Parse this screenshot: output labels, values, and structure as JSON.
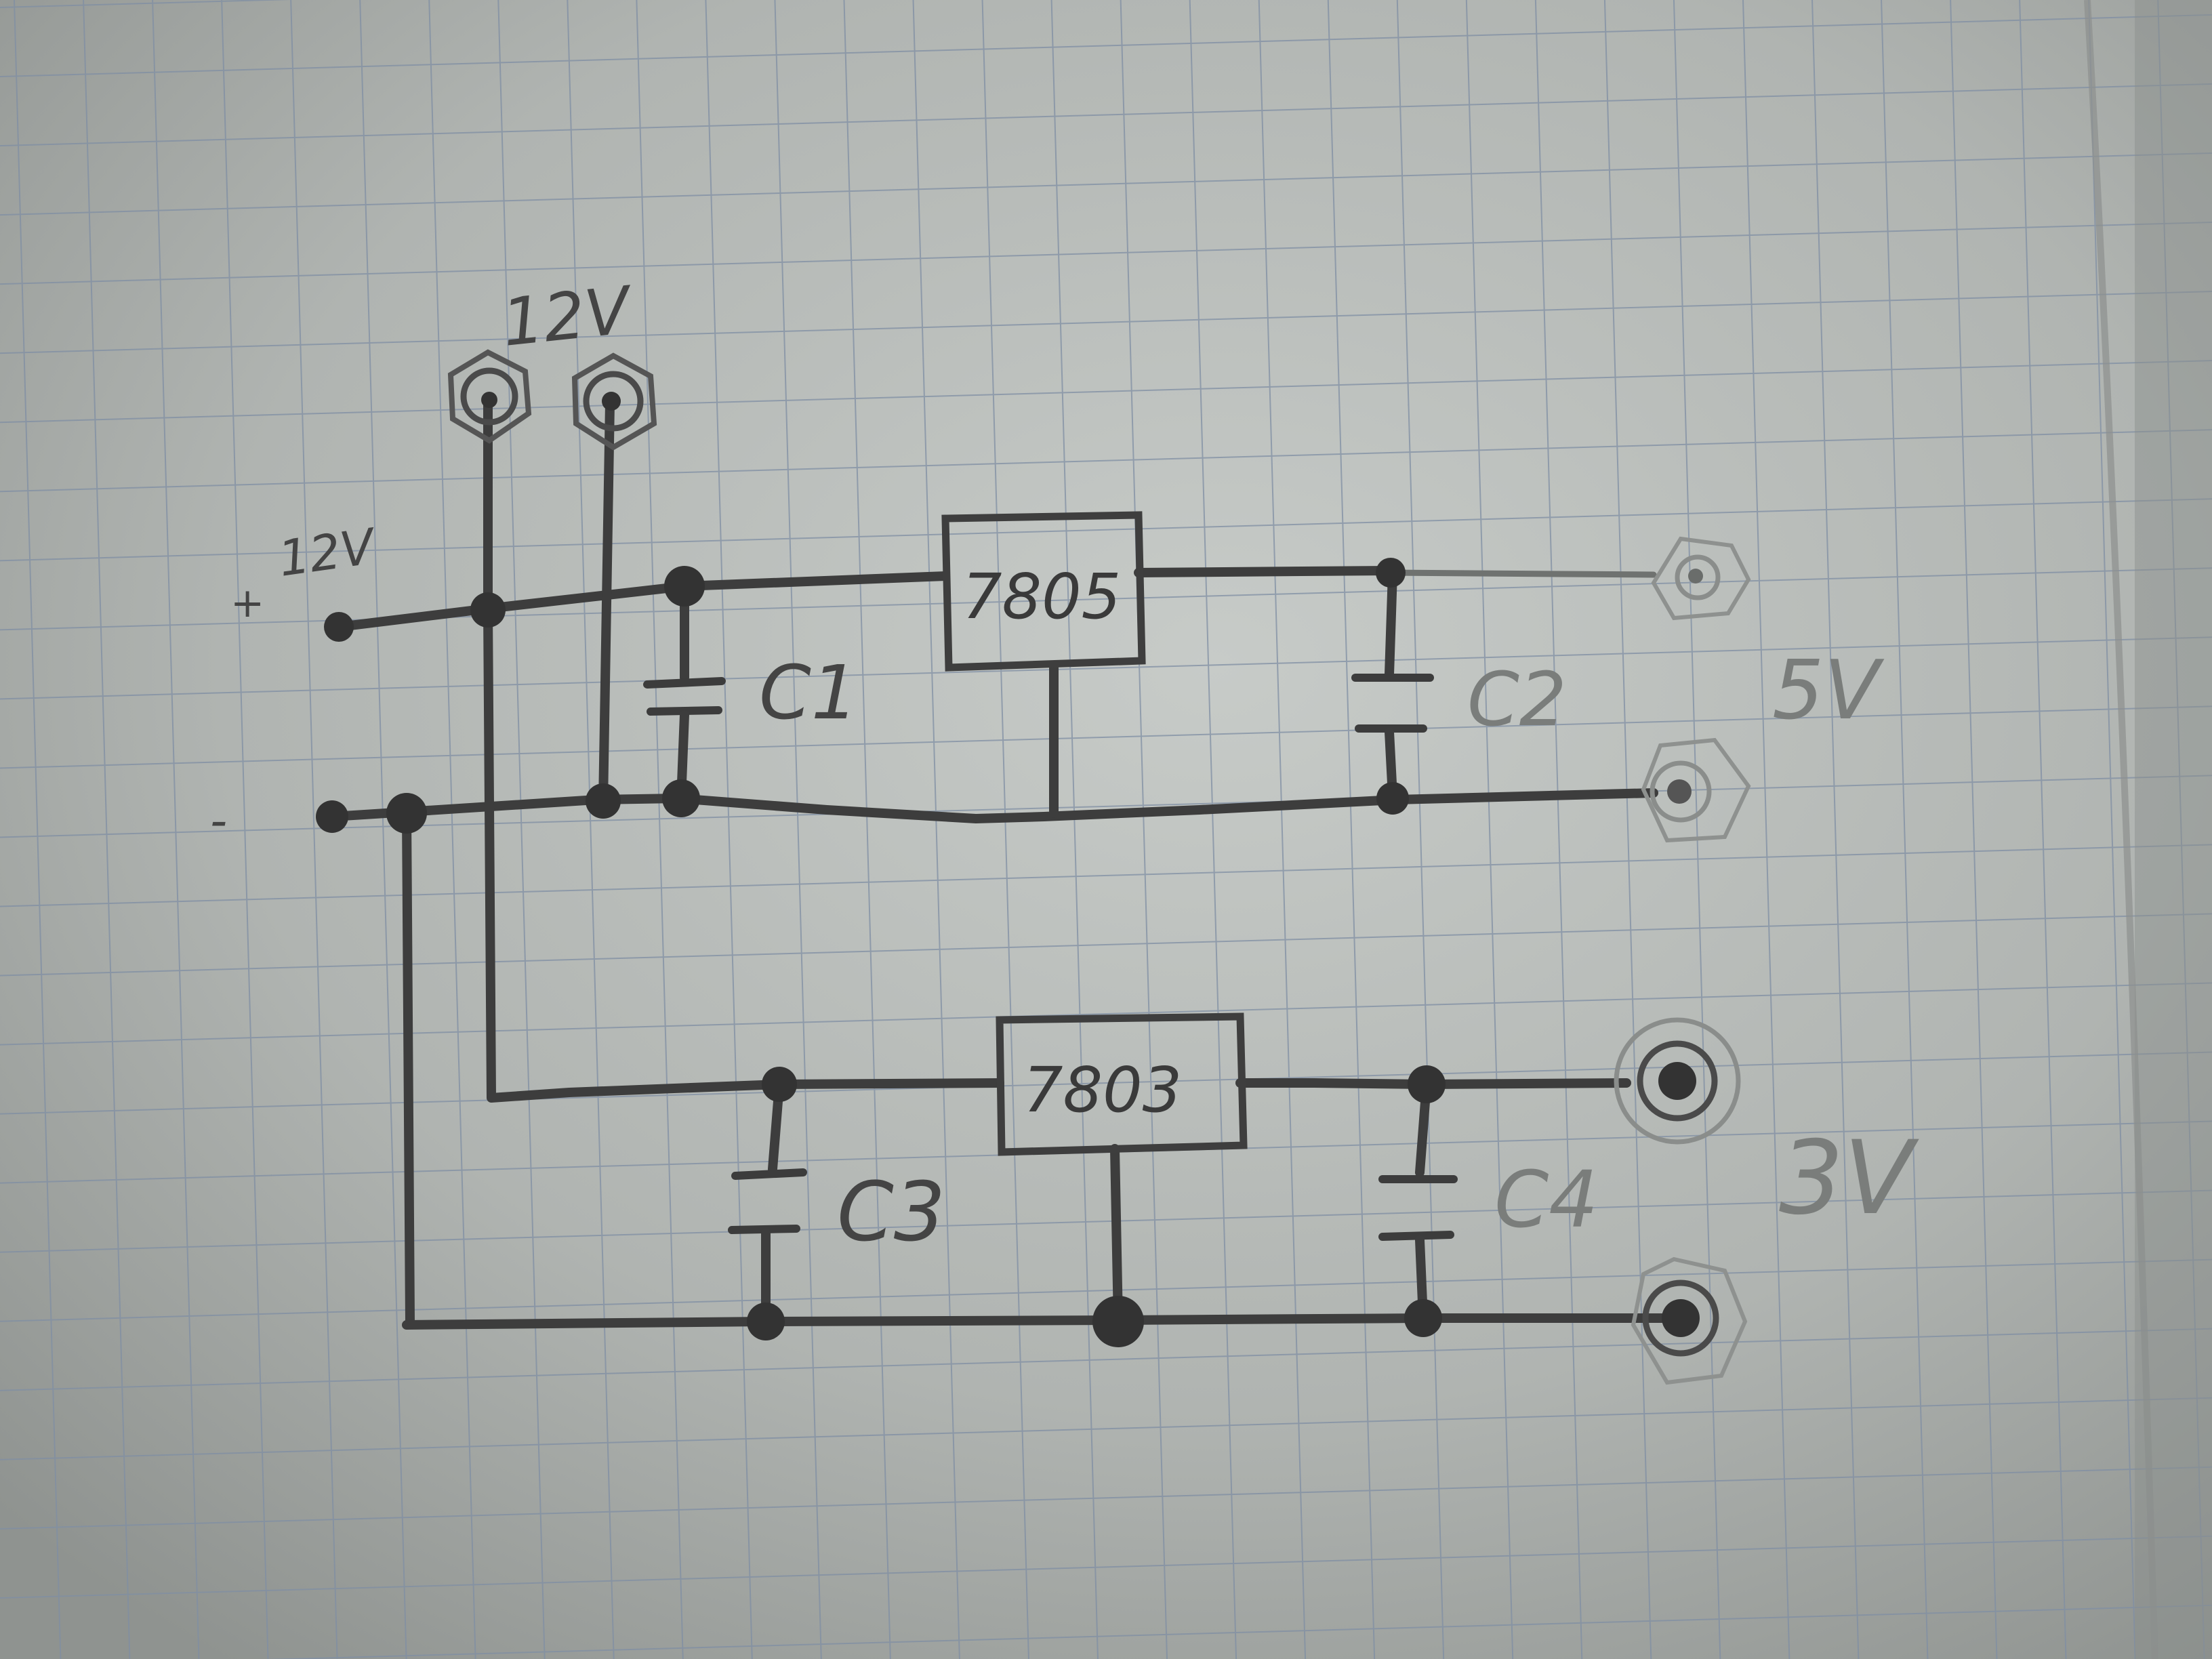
{
  "supply": {
    "input_label": "12V",
    "top_terminal_label": "12V",
    "plus_sign": "+",
    "minus_sign": "-"
  },
  "regulators": [
    {
      "label": "7805"
    },
    {
      "label": "7803"
    }
  ],
  "capacitors": [
    "C1",
    "C2",
    "C3",
    "C4"
  ],
  "outputs": [
    {
      "label": "5V"
    },
    {
      "label": "3V"
    }
  ],
  "colors": {
    "paper": "#a9aeaa",
    "grid": "#7f8ea3",
    "pencil": "#3d3d3d"
  }
}
